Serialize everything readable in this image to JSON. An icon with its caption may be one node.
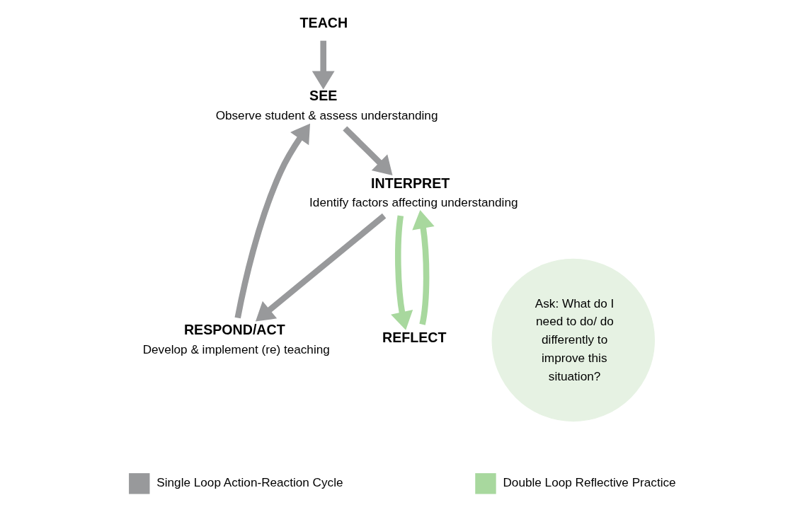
{
  "diagram": {
    "nodes": [
      {
        "text": [
          "TEACH"
        ]
      },
      {
        "text": [
          "SEE",
          "Observe student & assess understanding"
        ]
      },
      {
        "text": [
          "RESPOND/ACT",
          "Develop & implement (re) teaching"
        ]
      },
      {
        "text": [
          "INTERPRET",
          "Identify factors affecting understanding"
        ]
      },
      {
        "text": [
          "Ask: What do I need to do/ do differently to improve this situation?"
        ]
      },
      {
        "text": [
          "REFLECT"
        ]
      }
    ],
    "edges": [
      {
        "from": 0,
        "to": 1,
        "arrow": "to"
      },
      {
        "from": 1,
        "to": 3,
        "arrow": "to"
      },
      {
        "from": 3,
        "to": 2,
        "arrow": "to"
      },
      {
        "from": 2,
        "to": 1,
        "arrow": "to"
      },
      {
        "from": 3,
        "to": 5,
        "arrow": "to",
        "color": "#a8d89e"
      },
      {
        "from": 5,
        "to": 3,
        "arrow": "to",
        "color": "#a8d89e"
      }
    ],
    "legend": [
      {
        "text": "Single Loop Action-Reaction Cycle",
        "color": "#98999b"
      },
      {
        "text": "Double Loop Reflective Practice",
        "color": "#a8d89e"
      }
    ]
  }
}
